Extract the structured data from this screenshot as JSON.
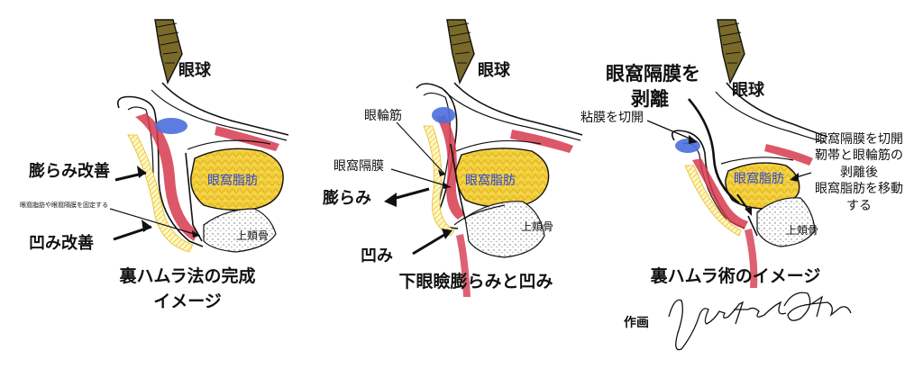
{
  "panels": [
    {
      "eye": "眼球",
      "fat": "眼窩脂肪",
      "bone": "上頬骨",
      "labels": {
        "bulge_improve": "膨らみ改善",
        "fix_note": "眼窩脂肪や眼窩隔膜を固定する",
        "hollow_improve": "凹み改善"
      },
      "caption": [
        "裏ハムラ法の完成",
        "イメージ"
      ]
    },
    {
      "eye": "眼球",
      "fat": "眼窩脂肪",
      "bone": "上頬骨",
      "labels": {
        "orbicularis": "眼輪筋",
        "septum": "眼窩隔膜",
        "bulge": "膨らみ",
        "hollow": "凹み"
      },
      "caption": [
        "下眼瞼膨らみと凹み"
      ]
    },
    {
      "eye": "眼球",
      "fat": "眼窩脂肪",
      "bone": "上頬骨",
      "labels": {
        "septum_peel_1": "眼窩隔膜を",
        "septum_peel_2": "剥離",
        "mucosa_cut": "粘膜を切開",
        "note_lines": [
          "眼窩隔膜を切開",
          "靭帯と眼輪筋の",
          "剥離後",
          "眼窩脂肪を移動",
          "する"
        ]
      },
      "caption": [
        "裏ハムラ術のイメージ"
      ]
    }
  ],
  "credit": "作画",
  "colors": {
    "muscle": "#d63a4e",
    "fat": "#f2cf3c",
    "conjunctiva": "#4a6fdc",
    "lash": "#7a6a2a",
    "ink": "#111111",
    "fat_label": "#2a46d8"
  }
}
